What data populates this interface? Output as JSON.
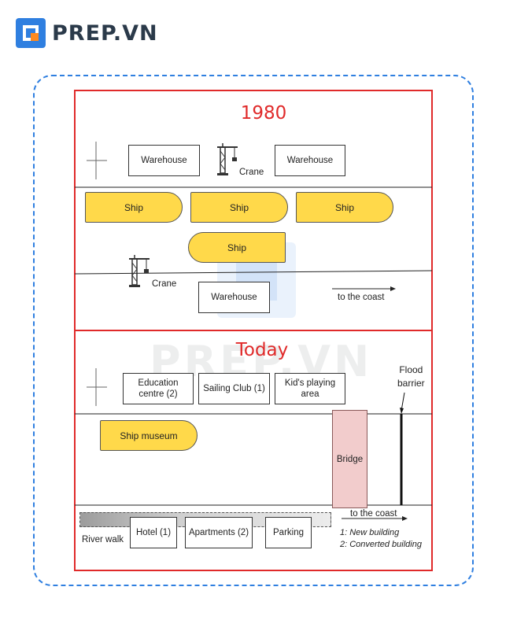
{
  "brand": {
    "name": "PREP.VN",
    "logo_icon": "prep-logo-icon",
    "color": "#2b3a4a",
    "accent": "#2f7fe0"
  },
  "watermark": "PREP.VN",
  "map_1980": {
    "year": "1980",
    "warehouse_left": "Warehouse",
    "warehouse_right": "Warehouse",
    "crane_top": "Crane",
    "ships": [
      "Ship",
      "Ship",
      "Ship",
      "Ship"
    ],
    "crane_bottom": "Crane",
    "warehouse_bottom": "Warehouse",
    "coast_arrow": "to the coast"
  },
  "map_today": {
    "year": "Today",
    "education": [
      "Education",
      "centre (2)"
    ],
    "sailing_club": "Sailing Club (1)",
    "kids_area": [
      "Kid's playing",
      "area"
    ],
    "flood_barrier": [
      "Flood",
      "barrier"
    ],
    "ship_museum": "Ship museum",
    "bridge": "Bridge",
    "river_walk": "River walk",
    "hotel": "Hotel (1)",
    "apartments": "Apartments (2)",
    "parking": "Parking",
    "coast_arrow": "to the coast",
    "legend": [
      "1: New building",
      "2: Converted building"
    ]
  },
  "colors": {
    "frame": "#e02a2a",
    "ship": "#ffd94a",
    "bridge": "#f2cccc",
    "dashed": "#2f7fe0"
  }
}
